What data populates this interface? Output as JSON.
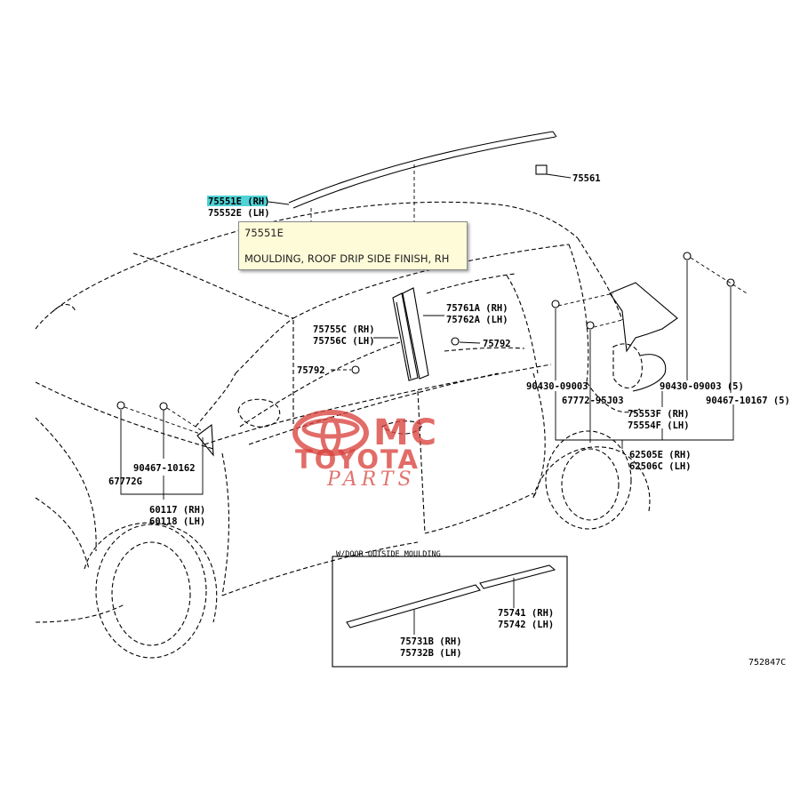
{
  "tooltip": {
    "part_number": "75551E",
    "description": "MOULDING, ROOF DRIP SIDE FINISH, RH"
  },
  "labels": {
    "p75551e": "75551E (RH)",
    "p75552e": "75552E (LH)",
    "p75561": "75561",
    "p75761a": "75761A (RH)",
    "p75762a": "75762A (LH)",
    "p75755c": "75755C (RH)",
    "p75756c": "75756C (LH)",
    "p75792_right": "75792",
    "p75792_left": "75792",
    "p90430_left": "90430-09003",
    "p90430_right": "90430-09003 (5)",
    "p67772_953": "67772-95J03",
    "p90467_right": "90467-10167 (5)",
    "p75553f": "75553F (RH)",
    "p75554f": "75554F (LH)",
    "p62505e": "62505E (RH)",
    "p62506c": "62506C (LH)",
    "p90467_left": "90467-10162",
    "p67772g": "67772G",
    "p60117": "60117 (RH)",
    "p60118": "60118 (LH)",
    "inset_title": "W/DOOR OUTSIDE MOULDING",
    "p75741": "75741 (RH)",
    "p75742": "75742 (LH)",
    "p75731b": "75731B (RH)",
    "p75732b": "75732B (LH)",
    "diagram_code": "752847C"
  },
  "watermark": {
    "line1": "MC",
    "line2": "TOYOTA",
    "line3": "PARTS",
    "color": "#d9443e"
  },
  "colors": {
    "highlight": "#4fd3d6",
    "tooltip_bg": "#fdfbd8"
  }
}
